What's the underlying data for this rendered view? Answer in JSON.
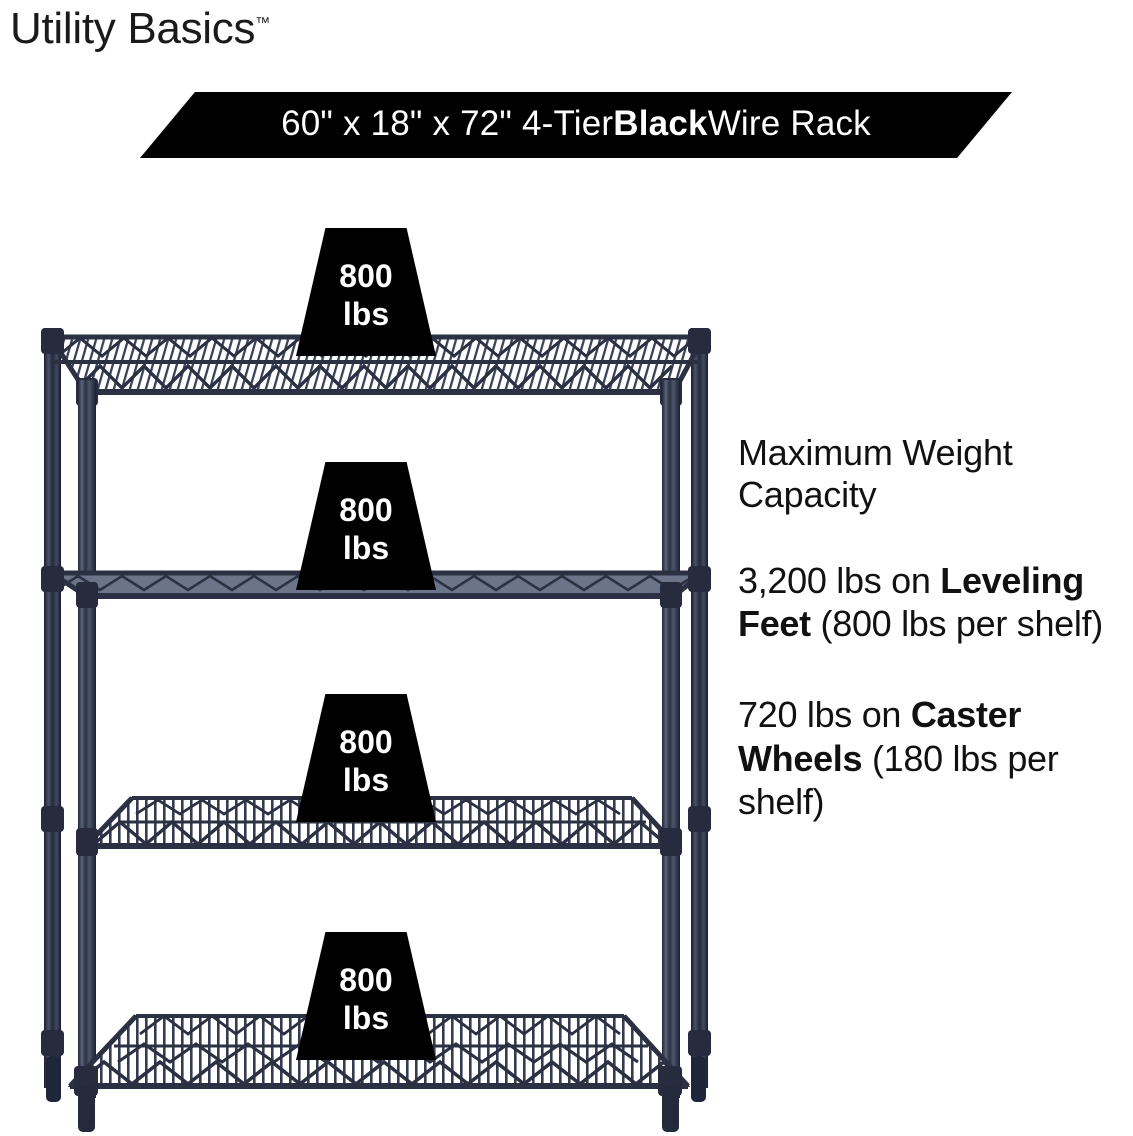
{
  "brand": {
    "name": "Utility Basics",
    "trademark": "™"
  },
  "banner": {
    "prefix": "60\" x 18\" x 72\" 4-Tier ",
    "emphasis": "Black",
    "suffix": " Wire Rack",
    "full_text": "60\" x 18\" x 72\" 4-Tier Black Wire Rack",
    "background_color": "#000000",
    "text_color": "#ffffff"
  },
  "badges": [
    {
      "value": "800",
      "unit": "lbs"
    },
    {
      "value": "800",
      "unit": "lbs"
    },
    {
      "value": "800",
      "unit": "lbs"
    },
    {
      "value": "800",
      "unit": "lbs"
    }
  ],
  "copy": {
    "heading": "Maximum Weight Capacity",
    "leveling": {
      "lead": "3,200 lbs on ",
      "emphasis": "Leveling Feet",
      "tail": " (800 lbs per shelf)"
    },
    "caster": {
      "lead": "720 lbs on ",
      "emphasis": "Caster Wheels",
      "tail": " (180 lbs per shelf)"
    }
  },
  "product": {
    "tiers": 4,
    "frame_color": "#2b3142",
    "background_color": "#ffffff"
  }
}
